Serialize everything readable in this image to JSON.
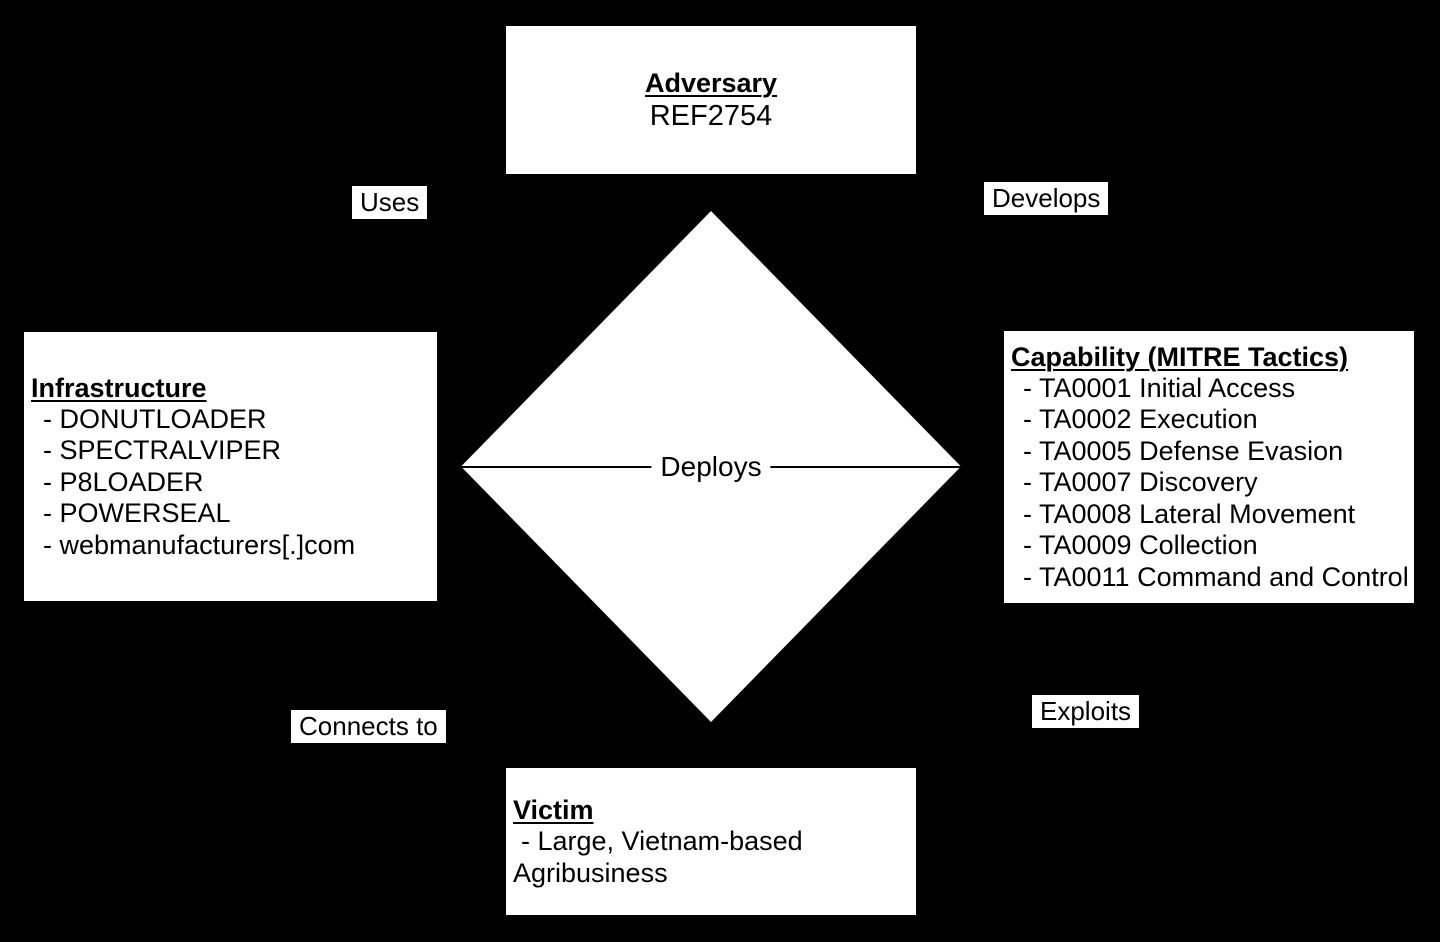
{
  "colors": {
    "background": "#000000",
    "node_background": "#ffffff",
    "text": "#000000",
    "chip_border": "#000000"
  },
  "nodes": {
    "adversary": {
      "title": "Adversary",
      "detail": "REF2754"
    },
    "infrastructure": {
      "title": "Infrastructure",
      "items": [
        "- DONUTLOADER",
        "- SPECTRALVIPER",
        "- P8LOADER",
        "- POWERSEAL",
        "- webmanufacturers[.]com"
      ]
    },
    "capability": {
      "title": "Capability (MITRE Tactics)",
      "items": [
        "- TA0001 Initial Access",
        "- TA0002 Execution",
        "- TA0005 Defense Evasion",
        "- TA0007 Discovery",
        "- TA0008 Lateral Movement",
        "- TA0009 Collection",
        "- TA0011 Command and Control"
      ]
    },
    "victim": {
      "title": "Victim",
      "detail": "- Large, Vietnam-based Agribusiness"
    }
  },
  "edges": {
    "uses": "Uses",
    "develops": "Develops",
    "connects_to": "Connects to",
    "exploits": "Exploits",
    "deploys": "Deploys"
  }
}
